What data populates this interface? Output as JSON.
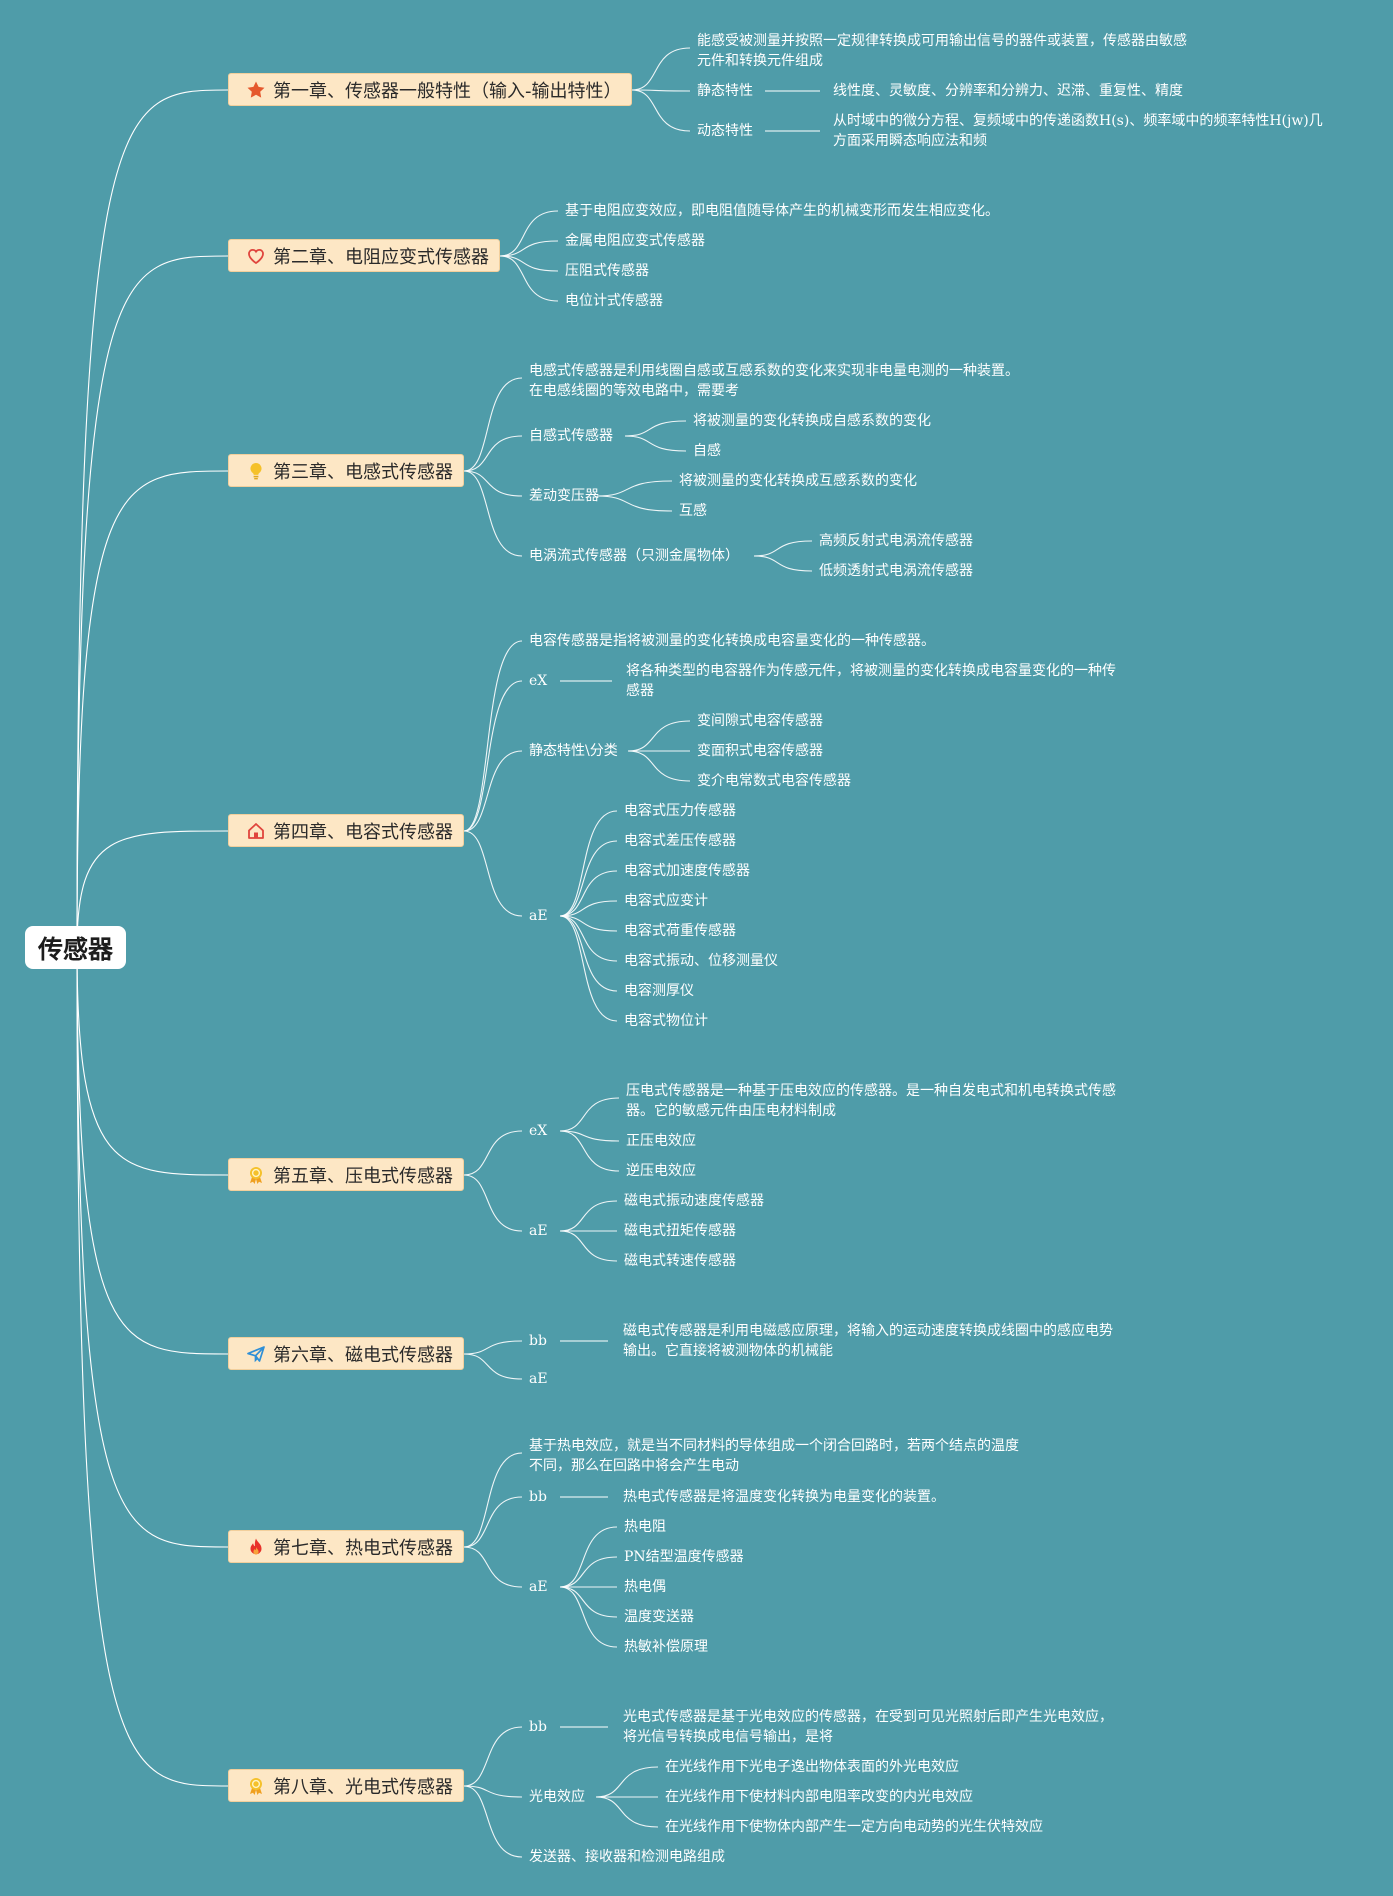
{
  "root": {
    "label": "传感器"
  },
  "chapters": [
    {
      "label": "第一章、传感器一般特性（输入-输出特性）",
      "icon": "star-icon",
      "icon_color": "#e5592e"
    },
    {
      "label": "第二章、电阻应变式传感器",
      "icon": "heart-icon",
      "icon_color": "#e0453d"
    },
    {
      "label": "第三章、电感式传感器",
      "icon": "lightbulb-icon",
      "icon_color": "#f5c12a"
    },
    {
      "label": "第四章、电容式传感器",
      "icon": "house-icon",
      "icon_color": "#e0453d"
    },
    {
      "label": "第五章、压电式传感器",
      "icon": "award-icon",
      "icon_color": "#f5b82a"
    },
    {
      "label": "第六章、磁电式传感器",
      "icon": "paper-plane-icon",
      "icon_color": "#2f8fd6"
    },
    {
      "label": "第七章、热电式传感器",
      "icon": "fire-icon",
      "icon_color": "#e8322a"
    },
    {
      "label": "第八章、光电式传感器",
      "icon": "award-icon",
      "icon_color": "#f5b82a"
    }
  ],
  "nodes": {
    "c1_def": "能感受被测量并按照一定规律转换成可用输出信号的器件或装置，传感器由敏感元件和转换元件组成",
    "c1_static": "静态特性",
    "c1_static_d": "线性度、灵敏度、分辨率和分辨力、迟滞、重复性、精度",
    "c1_dynamic": "动态特性",
    "c1_dynamic_d": "从时域中的微分方程、复频域中的传递函数H(s)、频率域中的频率特性H(jw)几方面采用瞬态响应法和频",
    "c2_a": "基于电阻应变效应，即电阻值随导体产生的机械变形而发生相应变化。",
    "c2_b": "金属电阻应变式传感器",
    "c2_c": "压阻式传感器",
    "c2_d": "电位计式传感器",
    "c3_def": "电感式传感器是利用线圈自感或互感系数的变化来实现非电量电测的一种装置。在电感线圈的等效电路中，需要考",
    "c3_self": "自感式传感器",
    "c3_self_a": "将被测量的变化转换成自感系数的变化",
    "c3_self_b": "自感",
    "c3_diff": "差动变压器",
    "c3_diff_a": "将被测量的变化转换成互感系数的变化",
    "c3_diff_b": "互感",
    "c3_eddy": "电涡流式传感器（只测金属物体）",
    "c3_eddy_a": "高频反射式电涡流传感器",
    "c3_eddy_b": "低频透射式电涡流传感器",
    "c4_def": "电容传感器是指将被测量的变化转换成电容量变化的一种传感器。",
    "c4_ex": "eX",
    "c4_ex_d": "将各种类型的电容器作为传感元件，将被测量的变化转换成电容量变化的一种传感器",
    "c4_static": "静态特性\\分类",
    "c4_static_a": "变间隙式电容传感器",
    "c4_static_b": "变面积式电容传感器",
    "c4_static_c": "变介电常数式电容传感器",
    "c4_ae": "aE",
    "c4_ae_items": [
      "电容式压力传感器",
      "电容式差压传感器",
      "电容式加速度传感器",
      "电容式应变计",
      "电容式荷重传感器",
      "电容式振动、位移测量仪",
      "电容测厚仪",
      "电容式物位计"
    ],
    "c5_ex": "eX",
    "c5_ex_a": "压电式传感器是一种基于压电效应的传感器。是一种自发电式和机电转换式传感器。它的敏感元件由压电材料制成",
    "c5_ex_b": "正压电效应",
    "c5_ex_c": "逆压电效应",
    "c5_ae": "aE",
    "c5_ae_items": [
      "磁电式振动速度传感器",
      "磁电式扭矩传感器",
      "磁电式转速传感器"
    ],
    "c6_bb": "bb",
    "c6_bb_d": "磁电式传感器是利用电磁感应原理，将输入的运动速度转换成线圈中的感应电势输出。它直接将被测物体的机械能",
    "c6_ae": "aE",
    "c7_def": "基于热电效应，就是当不同材料的导体组成一个闭合回路时，若两个结点的温度不同，那么在回路中将会产生电动",
    "c7_bb": "bb",
    "c7_bb_d": "热电式传感器是将温度变化转换为电量变化的装置。",
    "c7_ae": "aE",
    "c7_ae_items": [
      "热电阻",
      "PN结型温度传感器",
      "热电偶",
      "温度变送器",
      "热敏补偿原理"
    ],
    "c8_bb": "bb",
    "c8_bb_d": "光电式传感器是基于光电效应的传感器，在受到可见光照射后即产生光电效应，将光信号转换成电信号输出，是将",
    "c8_pe": "光电效应",
    "c8_pe_items": [
      "在光线作用下光电子逸出物体表面的外光电效应",
      "在光线作用下使材料内部电阻率改变的内光电效应",
      "在光线作用下使物体内部产生一定方向电动势的光生伏特效应"
    ],
    "c8_last": "发送器、接收器和检测电路组成"
  },
  "colors": {
    "background": "#4f9ca9",
    "line": "#ffffff",
    "chapter_fill": "#fde7c5"
  }
}
